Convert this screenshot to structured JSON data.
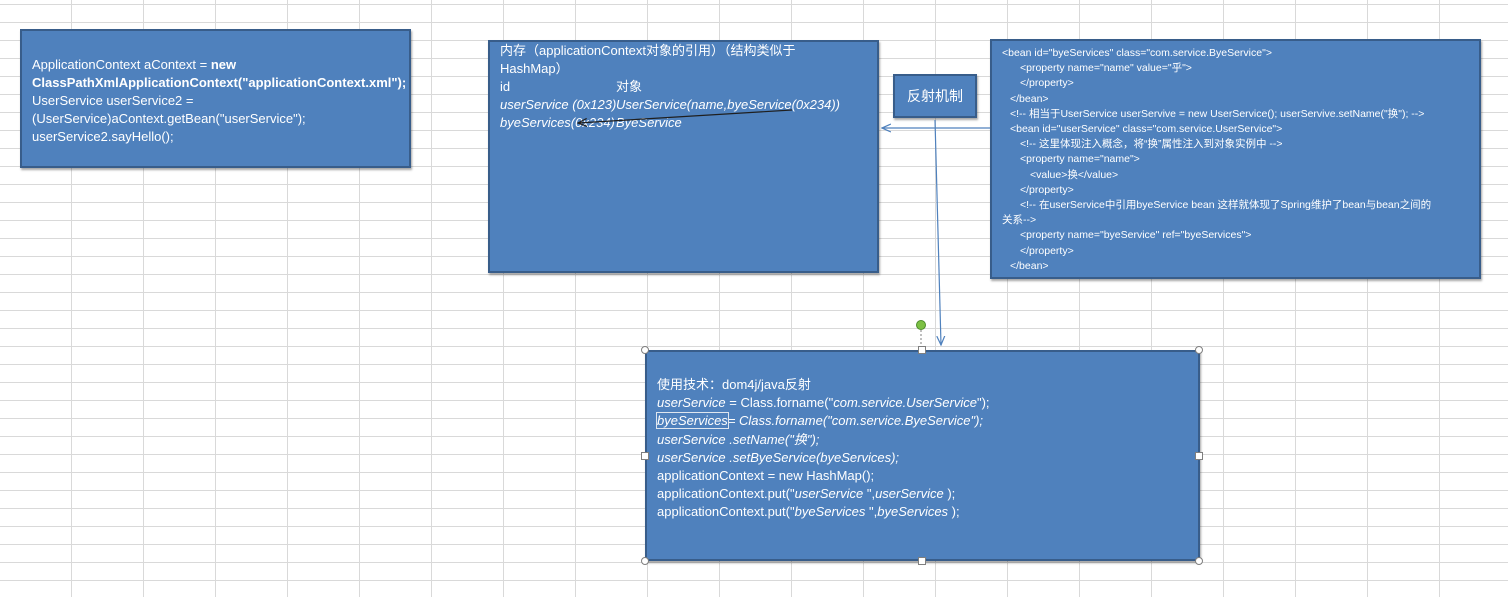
{
  "code_box": {
    "lines": [
      {
        "prefix": "ApplicationContext aContext = ",
        "bold": "new"
      },
      {
        "bold": "ClassPathXmlApplicationContext(\"applicationContext.xml\");"
      },
      {
        "text": "UserService userService2 ="
      },
      {
        "text": "(UserService)aContext.getBean(\"userService\");"
      },
      {
        "text": "userService2.sayHello();"
      }
    ]
  },
  "memory_box": {
    "title_line1": "内存（applicationContext对象的引用）（结构类似于",
    "title_line2": "HashMap）",
    "header_id": "id",
    "header_object": "对象",
    "rows": [
      {
        "id": "userService (0x123)",
        "object": "UserService(name,byeService(0x234))"
      },
      {
        "id": "byeServices(0x234)",
        "object": "ByeService"
      }
    ]
  },
  "reflection_box": {
    "label": "反射机制"
  },
  "xml_box": {
    "lines": [
      "<bean id=\"byeServices\" class=\"com.service.ByeService\">",
      "<property name=\"name\" value=\"乎\">",
      "</property>",
      "</bean>",
      "<!-- 相当于UserService userServive = new UserService(); userServive.setName(\"换\"); -->",
      "<bean id=\"userService\" class=\"com.service.UserService\">",
      "<!-- 这里体现注入概念，将“换”属性注入到对象实例中 -->",
      "<property name=\"name\">",
      "<value>换</value>",
      "</property>",
      "<!-- 在userService中引用byeService bean 这样就体现了Spring维护了bean与bean之间的",
      "关系-->",
      "<property name=\"byeService\" ref=\"byeServices\">",
      "</property>",
      "</bean>"
    ]
  },
  "tech_box": {
    "heading": "使用技术：dom4j/java反射",
    "line1": {
      "var": "userService",
      "mid": " =  Class.forname(\"",
      "cls": "com.service.UserService",
      "end": "\");"
    },
    "line2": {
      "var": "byeServices",
      "text": "= Class.forname(\"com.service.ByeService\");"
    },
    "line3": "userService .setName(\"换\");",
    "line4": "userService .setByeService(byeServices);",
    "line5": "applicationContext = new HashMap();",
    "line6": {
      "pre": "applicationContext.put(\"",
      "key": "userService",
      "mid": " \",",
      "val": "userService",
      "end": " );"
    },
    "line7": {
      "pre": "applicationContext.put(\"",
      "key": "byeServices",
      "mid": " \",",
      "val": "byeServices",
      "end": " );"
    }
  }
}
